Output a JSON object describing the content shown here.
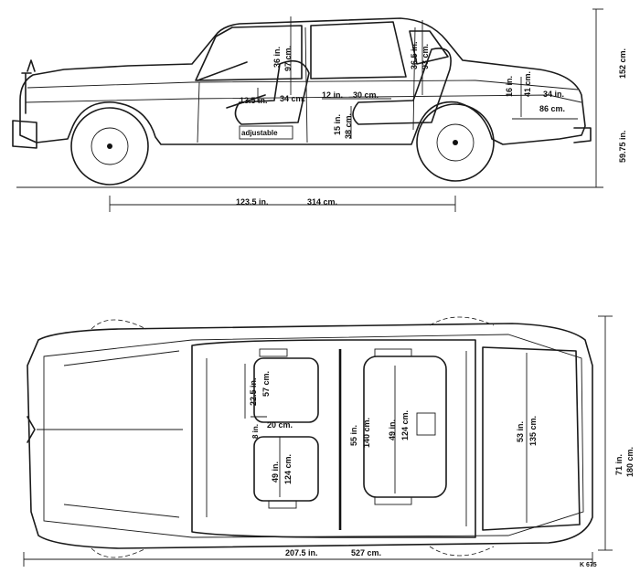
{
  "side_view": {
    "length_in": "123.5 in.",
    "length_cm": "314 cm.",
    "height_in": "59.75 in.",
    "height_cm": "152 cm.",
    "front_headroom_in": "36 in.",
    "front_headroom_cm": "97 cm.",
    "rear_headroom_in": "36.5 in.",
    "rear_headroom_cm": "93 cm.",
    "front_seat_depth_in": "13.5 in.",
    "front_seat_depth_cm": "34 cm.",
    "rear_legroom_in": "12 in.",
    "rear_legroom_cm": "30 cm.",
    "rear_seat_height_in": "15 in.",
    "rear_seat_height_cm": "38 cm.",
    "boot_height_in": "16 in.",
    "boot_height_cm": "41 cm.",
    "boot_length_in": "34 in.",
    "boot_length_cm": "86 cm.",
    "seat_note": "adjustable"
  },
  "top_view": {
    "front_seat_width_in": "22.5 in.",
    "front_seat_width_cm": "57 cm.",
    "center_gap_in": "8 in.",
    "center_gap_cm": "20 cm.",
    "front_bench_in": "49 in.",
    "front_bench_cm": "124 cm.",
    "cabin_width_in": "55 in.",
    "cabin_width_cm": "140 cm.",
    "rear_bench_in": "49 in.",
    "rear_bench_cm": "124 cm.",
    "boot_width_in": "53 in.",
    "boot_width_cm": "135 cm.",
    "overall_width_in": "71 in.",
    "overall_width_cm": "180 cm.",
    "overall_length_in": "207.5 in.",
    "overall_length_cm": "527 cm."
  },
  "ref_code": "K 675"
}
